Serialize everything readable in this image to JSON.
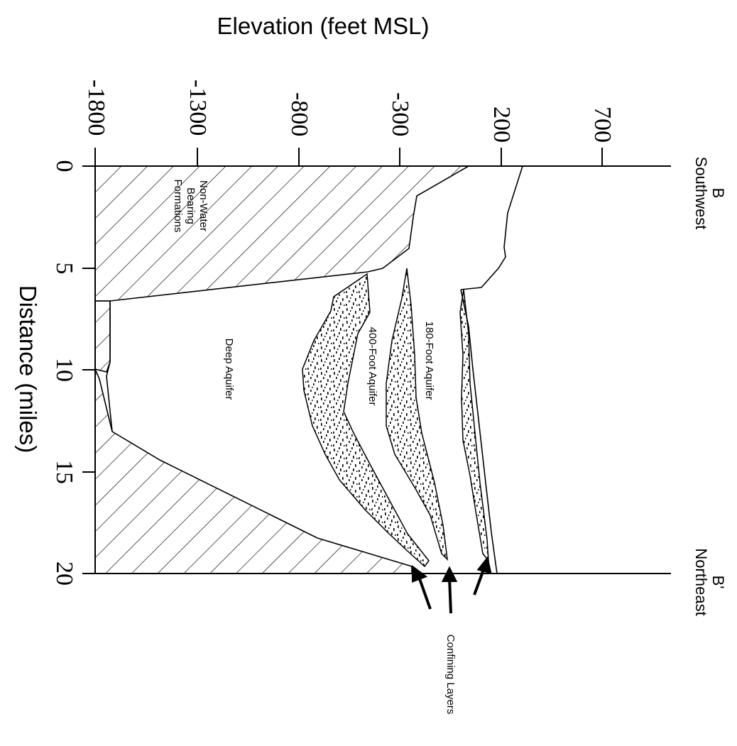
{
  "elevation_axis": {
    "title": "Elevation (feet MSL)",
    "ticks": [
      "-1800",
      "-1300",
      "-800",
      "-300",
      "200",
      "700"
    ]
  },
  "distance_axis": {
    "title": "Distance (miles)",
    "ticks": [
      "0",
      "5",
      "10",
      "15",
      "20"
    ]
  },
  "ends": {
    "start_letter": "B",
    "start_direction": "Southwest",
    "end_letter": "B'",
    "end_direction": "Northeast"
  },
  "units": {
    "non_water": [
      "Non-Water",
      "Bearing",
      "Formations"
    ],
    "deep": "Deep Aquifer",
    "aquifer_400": "400-Foot Aquifer",
    "aquifer_180": "180-Foot Aquifer",
    "confining": "Confining Layers"
  },
  "colors": {
    "line": "#000000",
    "background": "#ffffff"
  }
}
